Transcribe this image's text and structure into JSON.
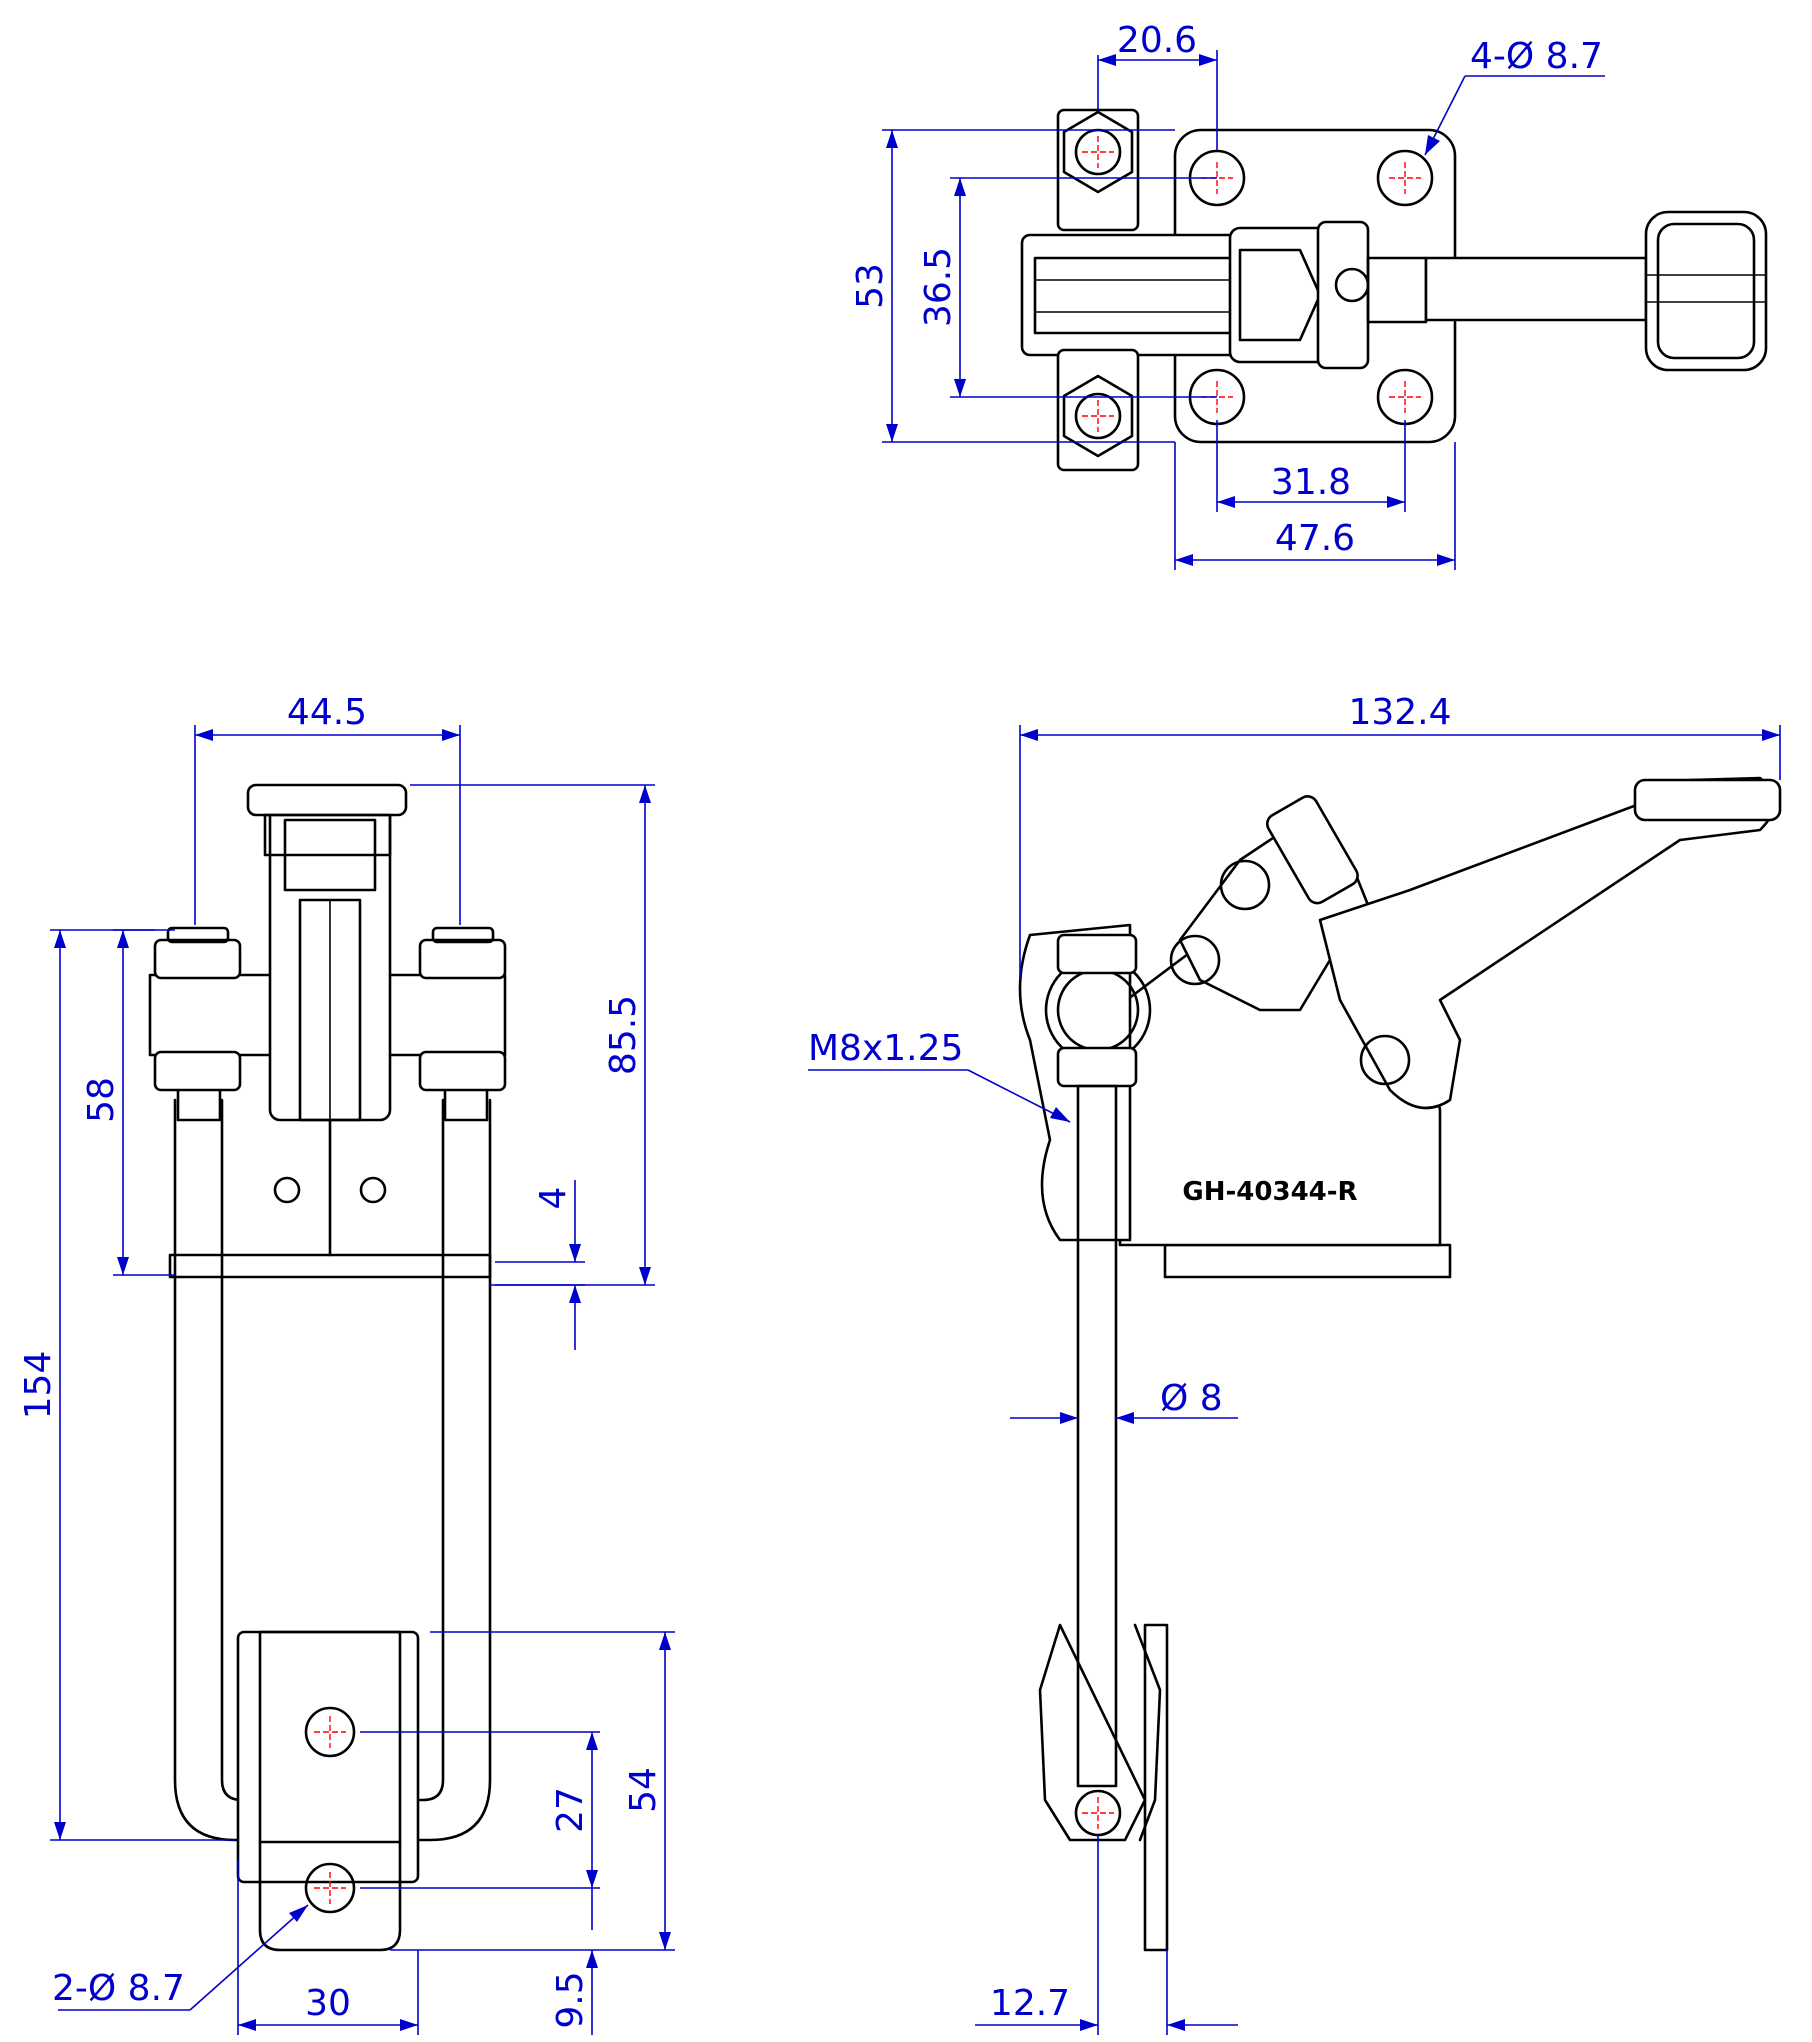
{
  "part_number": "GH-40344-R",
  "colors": {
    "outline": "#000000",
    "dimension": "#0000cc",
    "centerline": "#ff0000",
    "background": "#ffffff"
  },
  "top_view": {
    "dims": {
      "bolt_offset": "20.6",
      "mount_holes": "4-Ø 8.7",
      "overall_height": "53",
      "hole_pitch_v": "36.5",
      "hole_pitch_h": "31.8",
      "base_width": "47.6"
    }
  },
  "front_view": {
    "dims": {
      "width": "44.5",
      "height_top": "85.5",
      "upper": "58",
      "gap": "4",
      "overall": "154",
      "hook_height": "54",
      "hook_pitch": "27",
      "hook_edge": "9.5",
      "hook_width": "30",
      "hook_holes": "2-Ø 8.7"
    }
  },
  "side_view": {
    "dims": {
      "length": "132.4",
      "thread": "M8x1.25",
      "rod_dia": "Ø 8",
      "offset": "12.7"
    }
  }
}
